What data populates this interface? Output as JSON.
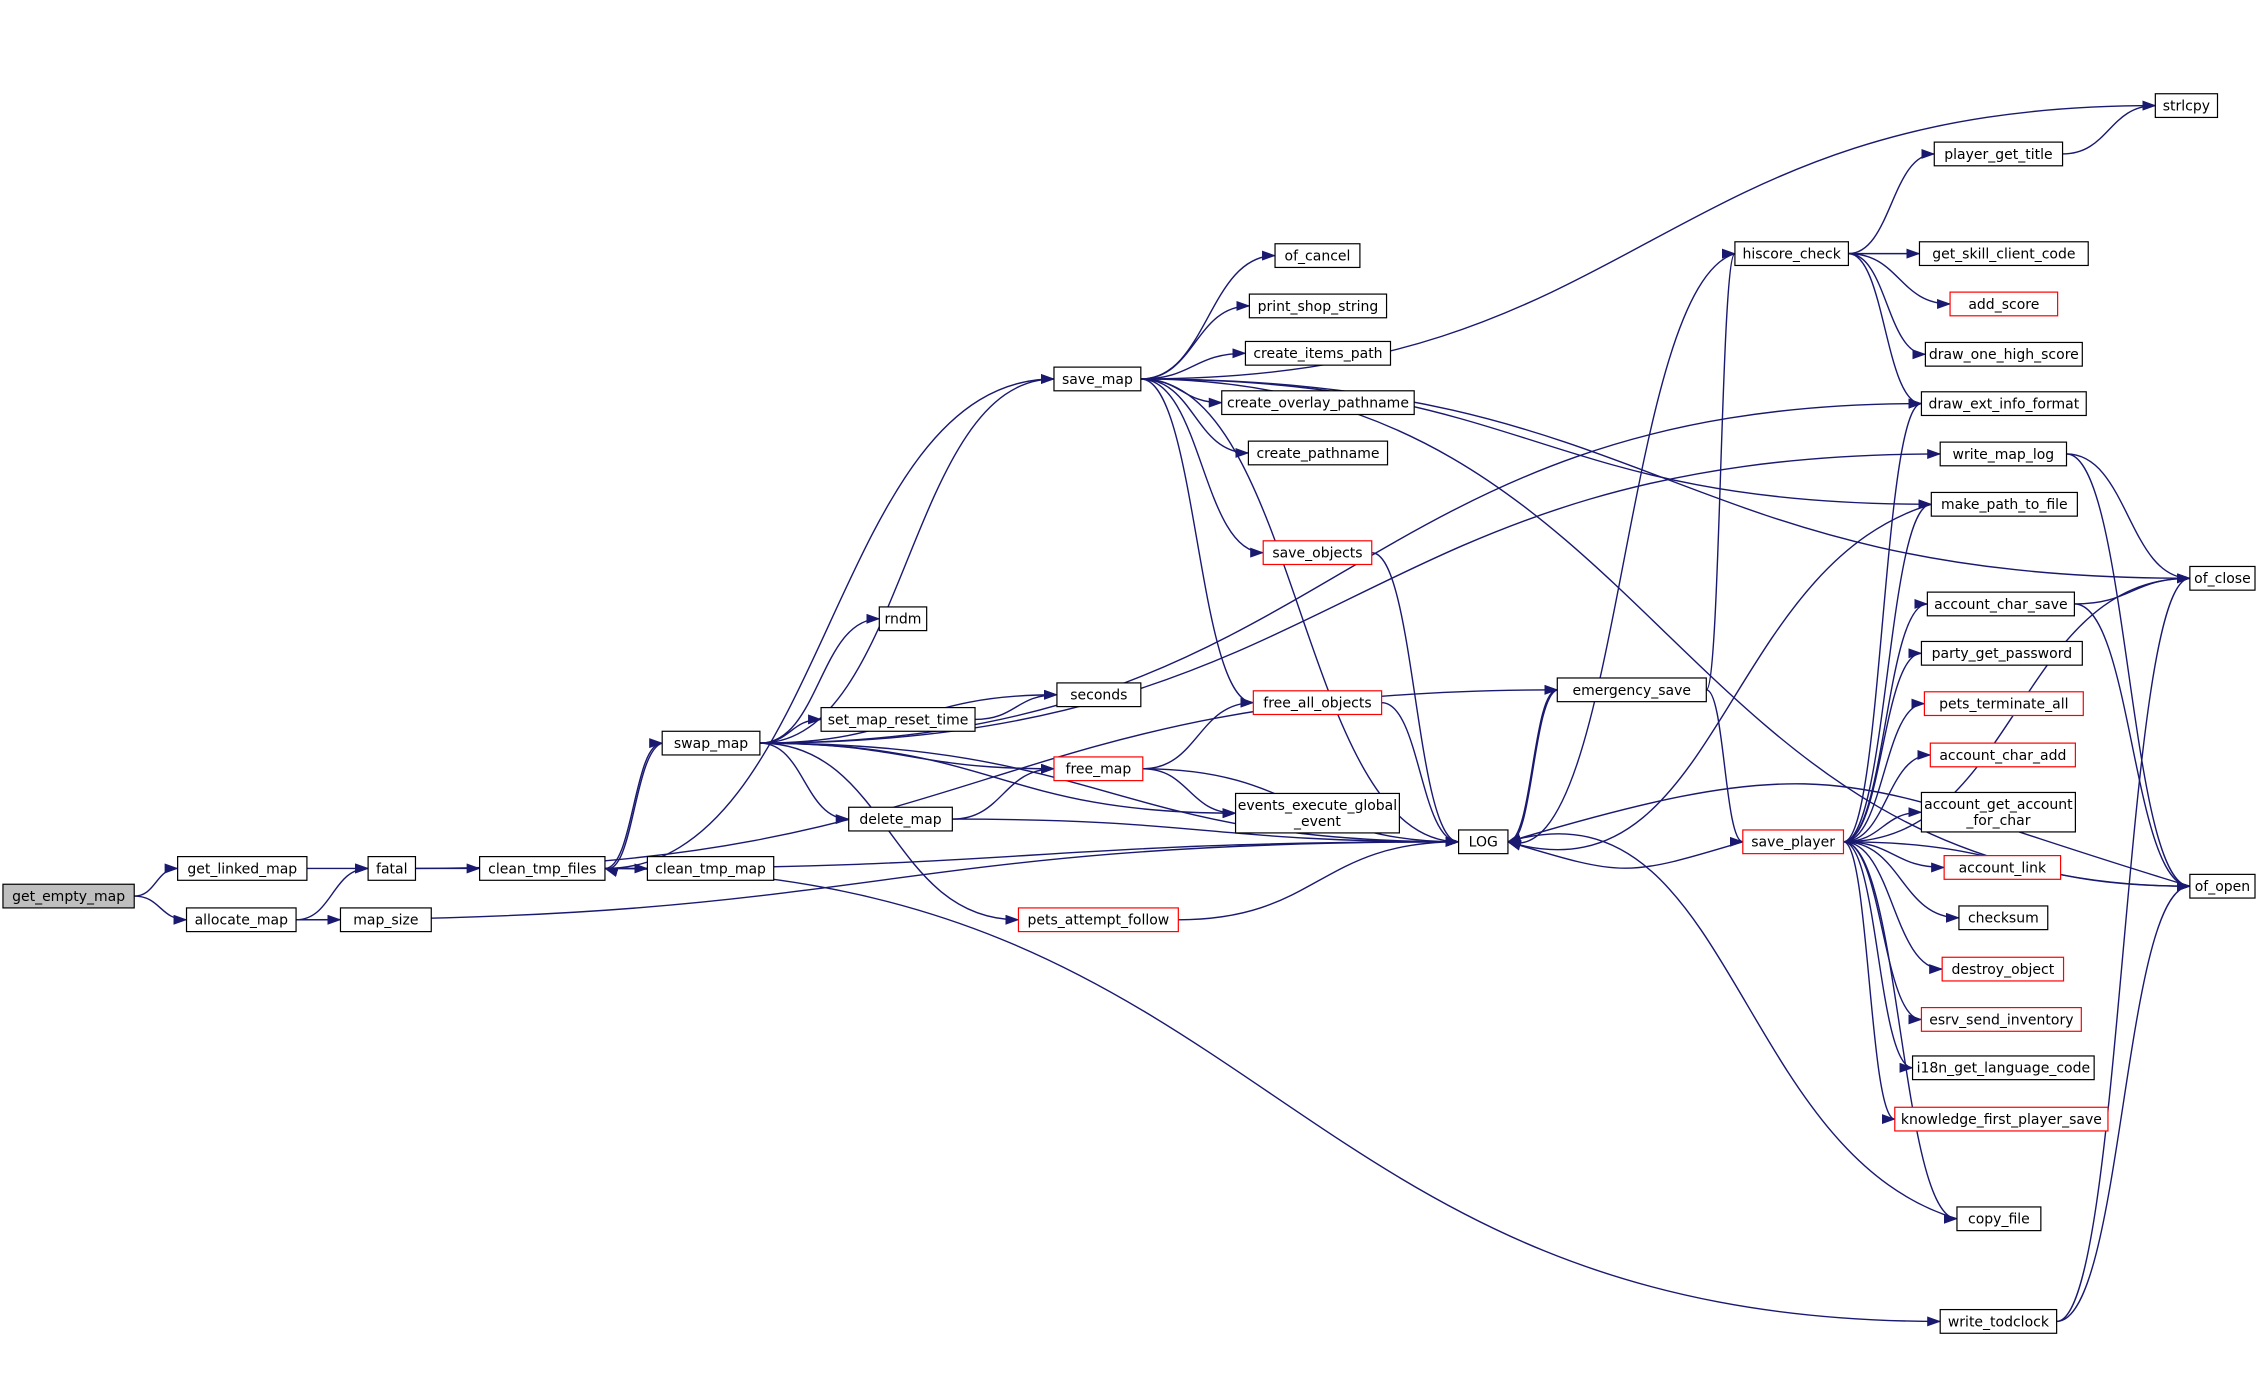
{
  "colors": {
    "edge": "#191970",
    "node_border": "#000000",
    "node_border_incomplete": "#ff0000",
    "root_fill": "#bfbfbf",
    "node_fill": "#ffffff",
    "text": "#000000"
  },
  "nodes": [
    {
      "id": "get_empty_map",
      "label": "get_empty_map",
      "root": true
    },
    {
      "id": "get_linked_map",
      "label": "get_linked_map"
    },
    {
      "id": "allocate_map",
      "label": "allocate_map"
    },
    {
      "id": "fatal",
      "label": "fatal"
    },
    {
      "id": "map_size",
      "label": "map_size"
    },
    {
      "id": "clean_tmp_files",
      "label": "clean_tmp_files"
    },
    {
      "id": "clean_tmp_map",
      "label": "clean_tmp_map"
    },
    {
      "id": "swap_map",
      "label": "swap_map"
    },
    {
      "id": "save_map",
      "label": "save_map"
    },
    {
      "id": "rndm",
      "label": "rndm"
    },
    {
      "id": "seconds",
      "label": "seconds"
    },
    {
      "id": "set_map_reset_time",
      "label": "set_map_reset_time"
    },
    {
      "id": "delete_map",
      "label": "delete_map"
    },
    {
      "id": "free_map",
      "label": "free_map",
      "incomplete": true
    },
    {
      "id": "pets_attempt_follow",
      "label": "pets_attempt_follow",
      "incomplete": true
    },
    {
      "id": "of_cancel",
      "label": "of_cancel"
    },
    {
      "id": "print_shop_string",
      "label": "print_shop_string"
    },
    {
      "id": "create_items_path",
      "label": "create_items_path"
    },
    {
      "id": "create_overlay_pathname",
      "label": "create_overlay_pathname"
    },
    {
      "id": "create_pathname",
      "label": "create_pathname"
    },
    {
      "id": "save_objects",
      "label": "save_objects",
      "incomplete": true
    },
    {
      "id": "free_all_objects",
      "label": "free_all_objects",
      "incomplete": true
    },
    {
      "id": "events_execute_global_event",
      "label": "events_execute_global\n_event"
    },
    {
      "id": "LOG",
      "label": "LOG"
    },
    {
      "id": "emergency_save",
      "label": "emergency_save"
    },
    {
      "id": "hiscore_check",
      "label": "hiscore_check"
    },
    {
      "id": "save_player",
      "label": "save_player",
      "incomplete": true
    },
    {
      "id": "strlcpy",
      "label": "strlcpy"
    },
    {
      "id": "player_get_title",
      "label": "player_get_title"
    },
    {
      "id": "get_skill_client_code",
      "label": "get_skill_client_code"
    },
    {
      "id": "add_score",
      "label": "add_score",
      "incomplete": true
    },
    {
      "id": "draw_one_high_score",
      "label": "draw_one_high_score"
    },
    {
      "id": "draw_ext_info_format",
      "label": "draw_ext_info_format"
    },
    {
      "id": "write_map_log",
      "label": "write_map_log"
    },
    {
      "id": "make_path_to_file",
      "label": "make_path_to_file"
    },
    {
      "id": "account_char_save",
      "label": "account_char_save"
    },
    {
      "id": "party_get_password",
      "label": "party_get_password"
    },
    {
      "id": "pets_terminate_all",
      "label": "pets_terminate_all",
      "incomplete": true
    },
    {
      "id": "account_char_add",
      "label": "account_char_add",
      "incomplete": true
    },
    {
      "id": "account_get_account_for_char",
      "label": "account_get_account\n_for_char"
    },
    {
      "id": "account_link",
      "label": "account_link",
      "incomplete": true
    },
    {
      "id": "checksum",
      "label": "checksum"
    },
    {
      "id": "destroy_object",
      "label": "destroy_object",
      "incomplete": true
    },
    {
      "id": "esrv_send_inventory",
      "label": "esrv_send_inventory",
      "incomplete": true
    },
    {
      "id": "i18n_get_language_code",
      "label": "i18n_get_language_code"
    },
    {
      "id": "knowledge_first_player_save",
      "label": "knowledge_first_player_save",
      "incomplete": true
    },
    {
      "id": "copy_file",
      "label": "copy_file"
    },
    {
      "id": "write_todclock",
      "label": "write_todclock"
    },
    {
      "id": "of_close",
      "label": "of_close"
    },
    {
      "id": "of_open",
      "label": "of_open"
    }
  ],
  "edges": [
    [
      "get_empty_map",
      "get_linked_map"
    ],
    [
      "get_empty_map",
      "allocate_map"
    ],
    [
      "get_linked_map",
      "fatal"
    ],
    [
      "allocate_map",
      "fatal"
    ],
    [
      "allocate_map",
      "map_size"
    ],
    [
      "allocate_map",
      "LOG"
    ],
    [
      "fatal",
      "clean_tmp_files"
    ],
    [
      "fatal",
      "emergency_save"
    ],
    [
      "clean_tmp_files",
      "clean_tmp_map"
    ],
    [
      "clean_tmp_files",
      "swap_map"
    ],
    [
      "clean_tmp_files",
      "save_map"
    ],
    [
      "clean_tmp_files",
      "LOG"
    ],
    [
      "clean_tmp_files",
      "write_todclock"
    ],
    [
      "swap_map",
      "save_map"
    ],
    [
      "swap_map",
      "rndm"
    ],
    [
      "swap_map",
      "seconds"
    ],
    [
      "swap_map",
      "set_map_reset_time"
    ],
    [
      "swap_map",
      "free_map"
    ],
    [
      "swap_map",
      "delete_map"
    ],
    [
      "swap_map",
      "pets_attempt_follow"
    ],
    [
      "swap_map",
      "events_execute_global_event"
    ],
    [
      "swap_map",
      "LOG"
    ],
    [
      "swap_map",
      "clean_tmp_files"
    ],
    [
      "swap_map",
      "write_map_log"
    ],
    [
      "swap_map",
      "draw_ext_info_format"
    ],
    [
      "set_map_reset_time",
      "seconds"
    ],
    [
      "delete_map",
      "free_map"
    ],
    [
      "delete_map",
      "LOG"
    ],
    [
      "free_map",
      "free_all_objects"
    ],
    [
      "free_map",
      "events_execute_global_event"
    ],
    [
      "free_map",
      "LOG"
    ],
    [
      "pets_attempt_follow",
      "LOG"
    ],
    [
      "save_map",
      "of_cancel"
    ],
    [
      "save_map",
      "print_shop_string"
    ],
    [
      "save_map",
      "create_items_path"
    ],
    [
      "save_map",
      "create_overlay_pathname"
    ],
    [
      "save_map",
      "create_pathname"
    ],
    [
      "save_map",
      "save_objects"
    ],
    [
      "save_map",
      "free_all_objects"
    ],
    [
      "save_map",
      "LOG"
    ],
    [
      "save_map",
      "strlcpy"
    ],
    [
      "save_map",
      "of_close"
    ],
    [
      "save_map",
      "of_open"
    ],
    [
      "save_map",
      "make_path_to_file"
    ],
    [
      "save_objects",
      "LOG"
    ],
    [
      "free_all_objects",
      "LOG"
    ],
    [
      "LOG",
      "emergency_save"
    ],
    [
      "emergency_save",
      "LOG"
    ],
    [
      "emergency_save",
      "hiscore_check"
    ],
    [
      "emergency_save",
      "save_player"
    ],
    [
      "hiscore_check",
      "player_get_title"
    ],
    [
      "hiscore_check",
      "get_skill_client_code"
    ],
    [
      "hiscore_check",
      "add_score"
    ],
    [
      "hiscore_check",
      "draw_one_high_score"
    ],
    [
      "hiscore_check",
      "draw_ext_info_format"
    ],
    [
      "hiscore_check",
      "LOG"
    ],
    [
      "player_get_title",
      "strlcpy"
    ],
    [
      "save_player",
      "LOG"
    ],
    [
      "save_player",
      "draw_ext_info_format"
    ],
    [
      "save_player",
      "make_path_to_file"
    ],
    [
      "save_player",
      "account_char_save"
    ],
    [
      "save_player",
      "party_get_password"
    ],
    [
      "save_player",
      "pets_terminate_all"
    ],
    [
      "save_player",
      "account_char_add"
    ],
    [
      "save_player",
      "account_get_account_for_char"
    ],
    [
      "save_player",
      "account_link"
    ],
    [
      "save_player",
      "checksum"
    ],
    [
      "save_player",
      "destroy_object"
    ],
    [
      "save_player",
      "esrv_send_inventory"
    ],
    [
      "save_player",
      "i18n_get_language_code"
    ],
    [
      "save_player",
      "knowledge_first_player_save"
    ],
    [
      "save_player",
      "copy_file"
    ],
    [
      "save_player",
      "of_close"
    ],
    [
      "save_player",
      "of_open"
    ],
    [
      "write_map_log",
      "of_close"
    ],
    [
      "write_map_log",
      "of_open"
    ],
    [
      "make_path_to_file",
      "LOG"
    ],
    [
      "account_char_save",
      "of_close"
    ],
    [
      "account_char_save",
      "of_open"
    ],
    [
      "copy_file",
      "LOG"
    ],
    [
      "write_todclock",
      "of_close"
    ],
    [
      "write_todclock",
      "of_open"
    ],
    [
      "of_open",
      "LOG"
    ]
  ]
}
